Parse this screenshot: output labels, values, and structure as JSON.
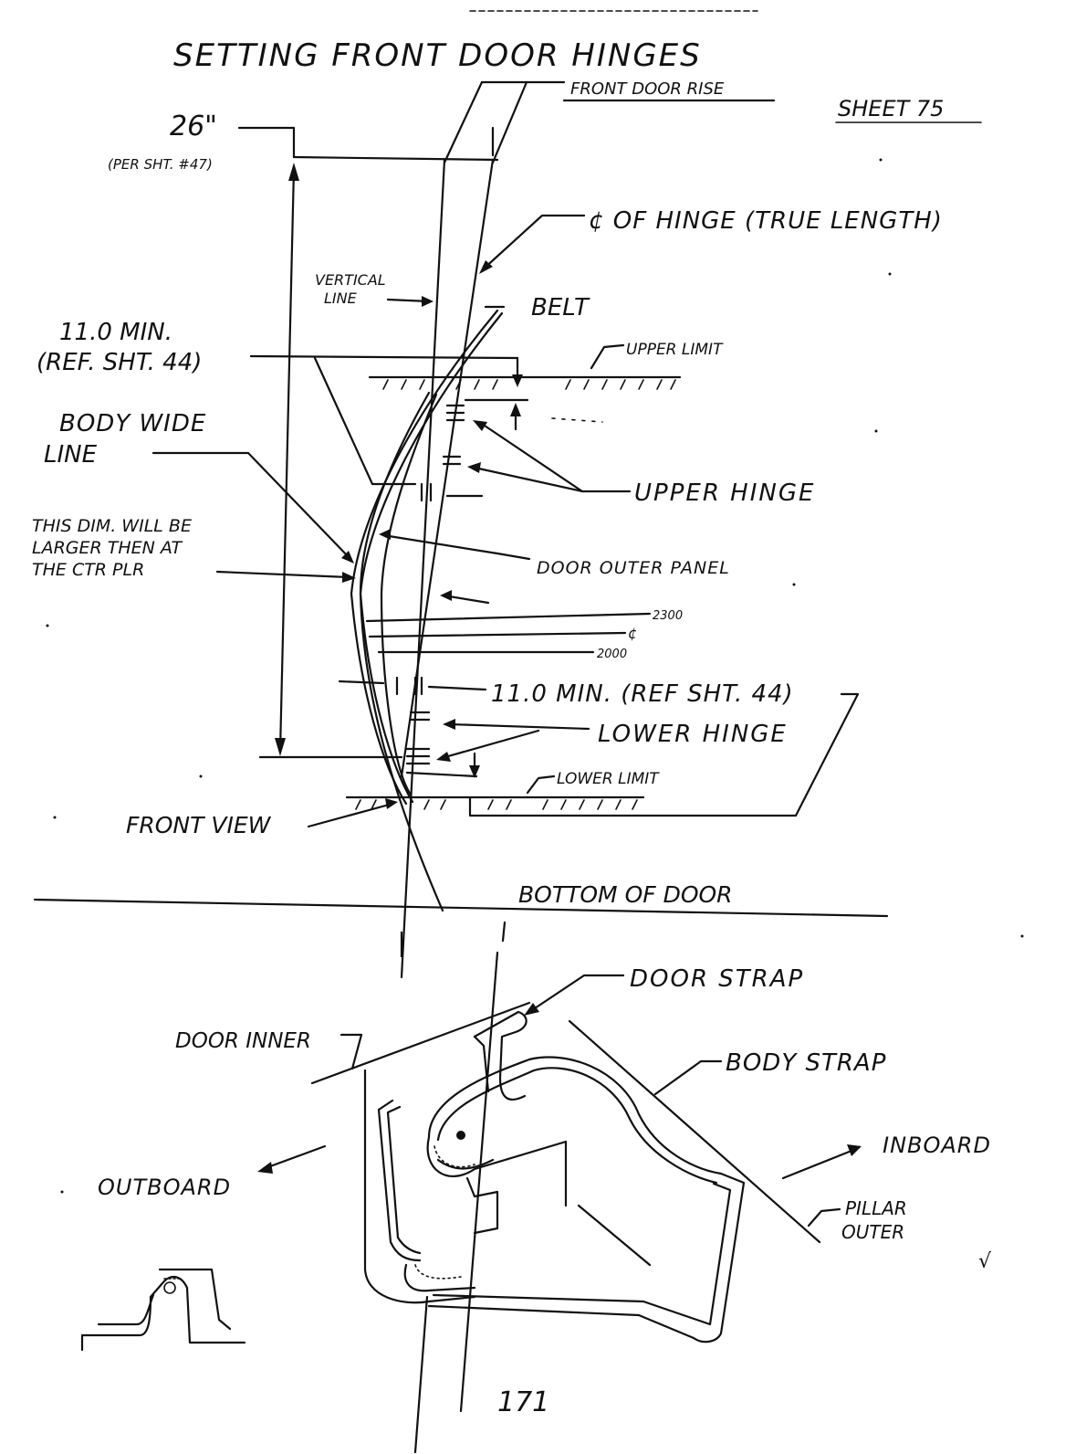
{
  "title": "SETTING FRONT DOOR HINGES",
  "sheet_label": "SHEET 75",
  "page_number": "171",
  "labels": {
    "front_door_rise": "FRONT DOOR RISE",
    "dim_26": "26\"",
    "per_sht_47": "(PER SHT. #47)",
    "cl_hinge": "¢ OF HINGE (TRUE LENGTH)",
    "vertical_line_1": "VERTICAL",
    "vertical_line_2": "LINE",
    "belt": "BELT",
    "min_11_a_1": "11.0 MIN.",
    "min_11_a_2": "(REF. SHT. 44)",
    "upper_limit": "UPPER LIMIT",
    "body_wide_1": "BODY WIDE",
    "body_wide_2": "LINE",
    "upper_hinge": "UPPER HINGE",
    "this_dim_1": "THIS DIM. WILL BE",
    "this_dim_2": "LARGER THEN AT",
    "this_dim_3": "THE CTR PLR",
    "door_outer_panel": "DOOR OUTER PANEL",
    "z2300": "2300",
    "cl": "¢",
    "z2000": "2000",
    "min_11_b": "11.0 MIN. (REF SHT. 44)",
    "lower_hinge": "LOWER HINGE",
    "lower_limit": "LOWER LIMIT",
    "front_view": "FRONT VIEW",
    "bottom_of_door": "BOTTOM OF DOOR",
    "door_strap": "DOOR STRAP",
    "door_inner": "DOOR INNER",
    "body_strap": "BODY STRAP",
    "inboard": "INBOARD",
    "outboard": "OUTBOARD",
    "pillar_outer_1": "PILLAR",
    "pillar_outer_2": "OUTER",
    "checkmark": "√"
  }
}
